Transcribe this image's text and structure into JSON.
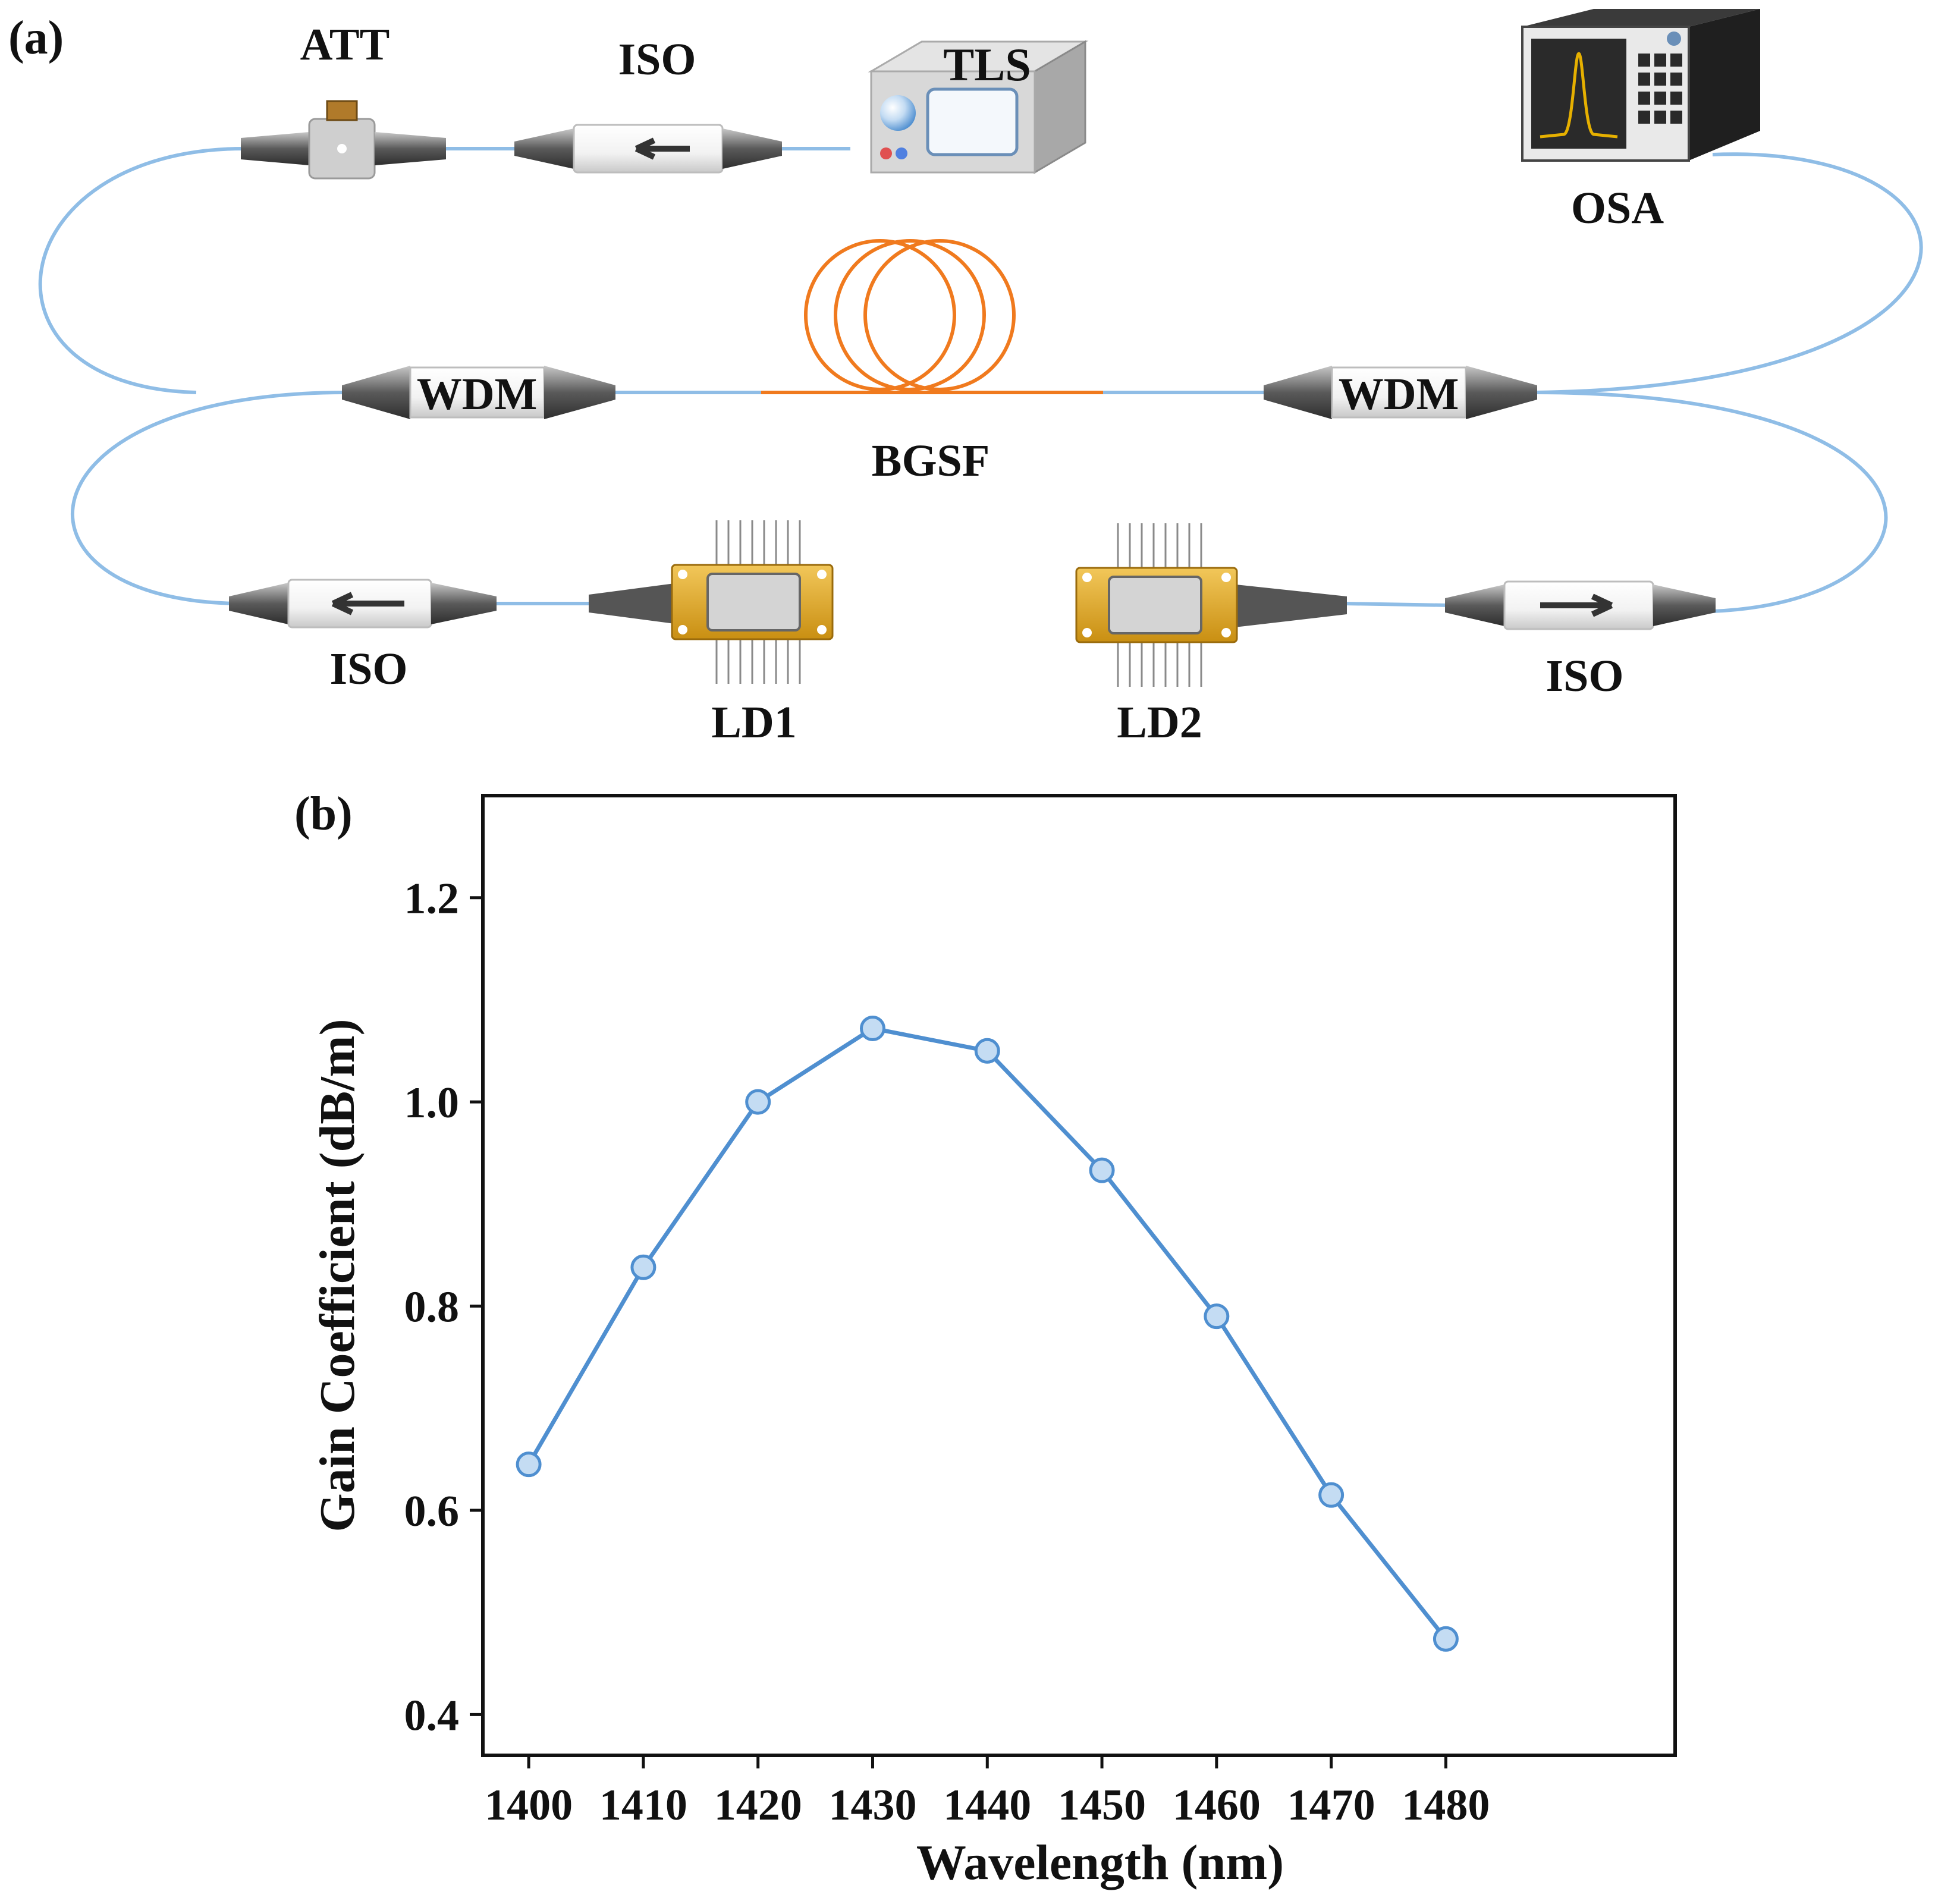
{
  "panel_a": {
    "label": "(a)",
    "components": {
      "att": "ATT",
      "iso_top": "ISO",
      "tls": "TLS",
      "osa": "OSA",
      "wdm_left": "WDM",
      "wdm_right": "WDM",
      "bgsf": "BGSF",
      "iso_bottom_left": "ISO",
      "iso_bottom_right": "ISO",
      "ld1": "LD1",
      "ld2": "LD2"
    },
    "colors": {
      "fiber": "#8fbde6",
      "bgsf_fiber": "#f07a1e",
      "connector": "#6f6f6f",
      "laser_body": "#e0a92a",
      "osa_trace": "#e6b000"
    }
  },
  "panel_b": {
    "label": "(b)"
  },
  "chart_data": {
    "type": "line",
    "xlabel": "Wavelength (nm)",
    "ylabel": "Gain Coefficient (dB/m)",
    "x": [
      1400,
      1410,
      1420,
      1430,
      1440,
      1450,
      1460,
      1470,
      1480
    ],
    "series": [
      {
        "values": [
          0.645,
          0.838,
          1.0,
          1.072,
          1.05,
          0.933,
          0.79,
          0.615,
          0.474
        ]
      }
    ],
    "xlim": [
      1396,
      1500
    ],
    "ylim": [
      0.36,
      1.3
    ],
    "xticks": [
      1400,
      1410,
      1420,
      1430,
      1440,
      1450,
      1460,
      1470,
      1480
    ],
    "yticks": [
      0.4,
      0.6,
      0.8,
      1.0,
      1.2
    ],
    "yticklabels": [
      "0.4",
      "0.6",
      "0.8",
      "1.0",
      "1.2"
    ],
    "grid": false,
    "line_color": "#4f8fd0",
    "marker_fill": "#c4dcf3"
  }
}
